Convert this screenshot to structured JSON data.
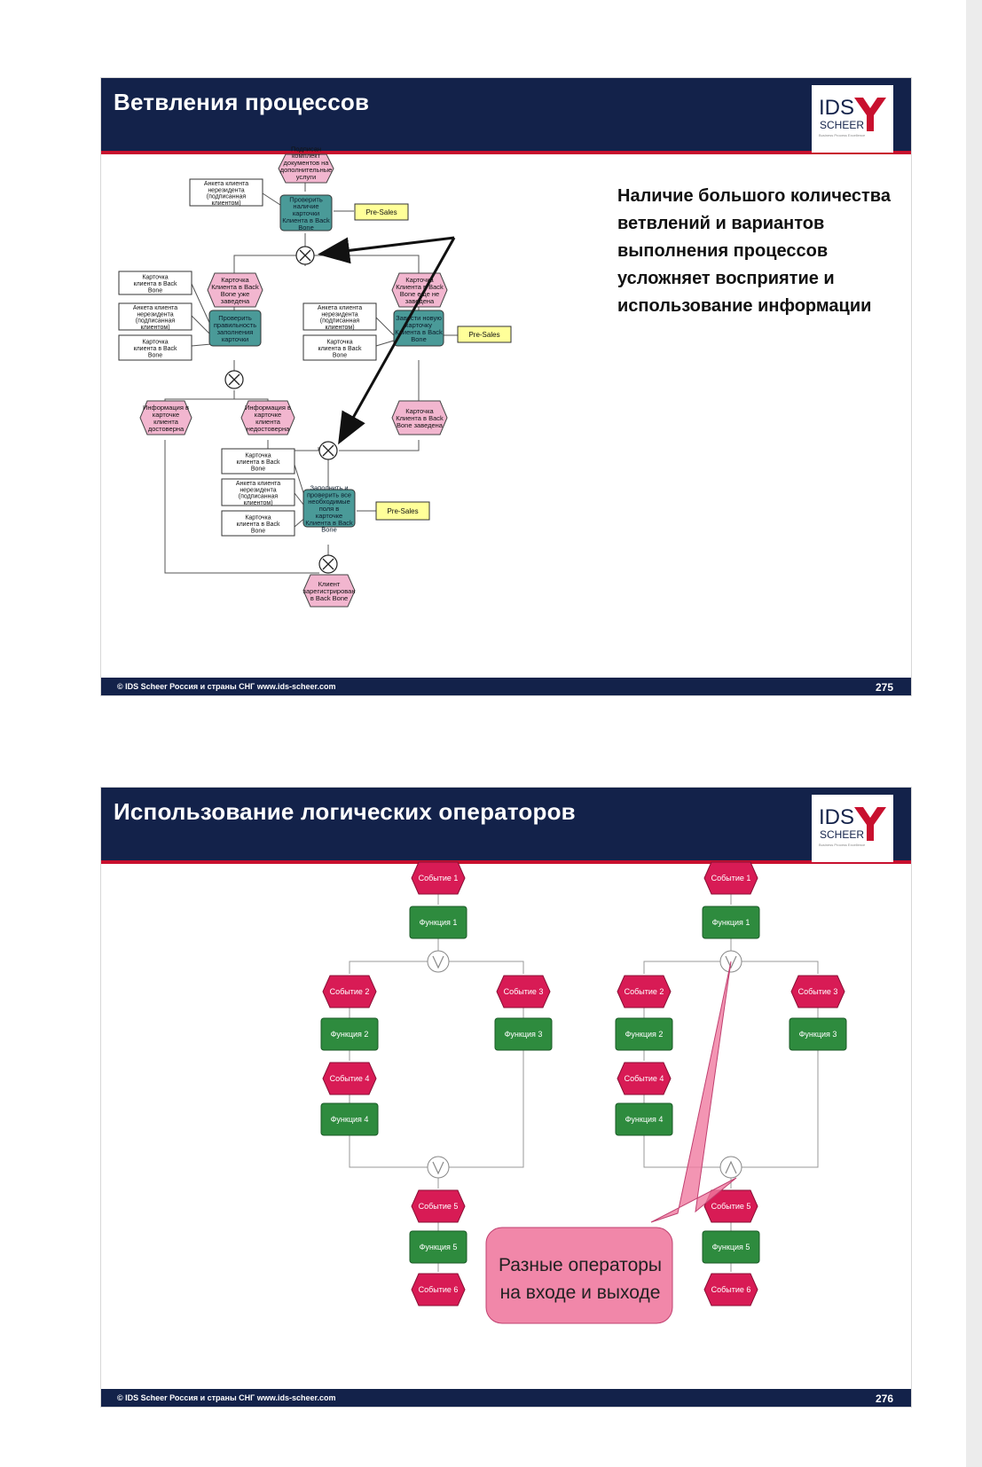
{
  "footer_copyright": "© IDS Scheer Россия и страны СНГ    www.ids-scheer.com",
  "logo": {
    "ids": "IDS",
    "scheer": "SCHEER",
    "tagline": "Business Process Excellence"
  },
  "slide1": {
    "title": "Ветвления процессов",
    "page": "275",
    "paragraph": "Наличие большого количества ветвлений и вариантов выполнения процессов усложняет восприятие и использование информации",
    "labels": {
      "ev_signed": "Подписан комплект документов на дополнительные услуги",
      "doc_anketa": "Анкета клиента нерезидента (подписанная клиентом)",
      "fn_check": "Проверить наличие карточки Клиента в Back Bone",
      "role": "Pre-Sales",
      "ev_card_exists": "Карточка Клиента в Back Bone уже заведена",
      "ev_card_absent": "Карточка Клиента в Back Bone еще не заведена",
      "doc_card": "Карточка клиента в Back Bone",
      "fn_check_fill": "Проверить правильность заполнения карточки",
      "fn_new": "Завести новую карточку Клиента в Back Bone",
      "ev_reliable": "Информация в карточке клиента достоверна",
      "ev_unreliable": "Информация в карточке клиента недостоверна",
      "ev_card_created": "Карточка Клиента в Back Bone заведена",
      "fn_fill": "Заполнить и проверить все необходимые поля в карточке Клиента в Back Bone",
      "ev_registered": "Клиент зарегистрирован в Back Bone"
    }
  },
  "slide2": {
    "title": "Использование логических операторов",
    "page": "276",
    "callout": "Разные операторы на входе и выходе",
    "ev1": "Событие 1",
    "ev2": "Событие 2",
    "ev3": "Событие 3",
    "ev4": "Событие 4",
    "ev5": "Событие 5",
    "ev6": "Событие 6",
    "fn1": "Функция 1",
    "fn2": "Функция 2",
    "fn3": "Функция 3",
    "fn4": "Функция 4",
    "fn5": "Функция 5"
  },
  "colors": {
    "header": "#13224a",
    "accent": "#c8102e",
    "event": "#d81b55",
    "function": "#2e8b3e",
    "event_pink": "#f2b6cf",
    "function_teal": "#4a9a98",
    "role": "#ffff99",
    "callout": "#f07aa0"
  }
}
